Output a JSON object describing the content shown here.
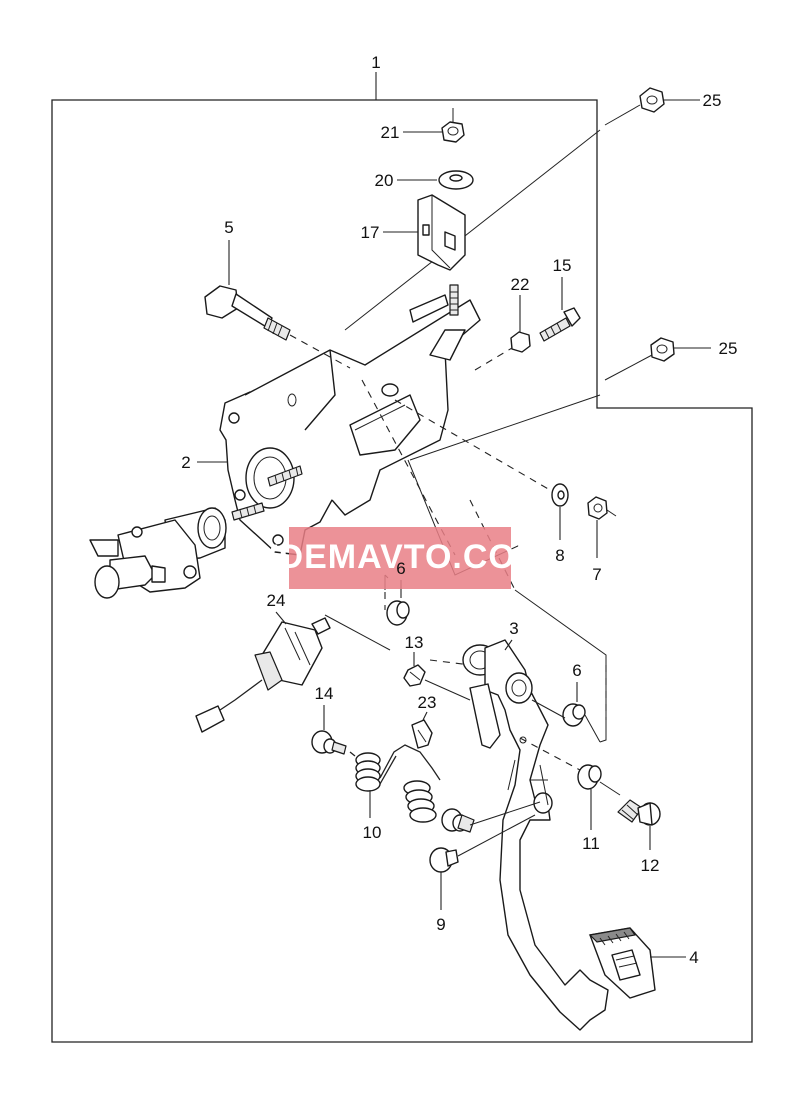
{
  "diagram": {
    "watermark": "VDEMAVTO.COM",
    "callouts": [
      {
        "id": "c1",
        "label": "1"
      },
      {
        "id": "c2",
        "label": "2"
      },
      {
        "id": "c3",
        "label": "3"
      },
      {
        "id": "c4",
        "label": "4"
      },
      {
        "id": "c5",
        "label": "5"
      },
      {
        "id": "c6a",
        "label": "6"
      },
      {
        "id": "c6b",
        "label": "6"
      },
      {
        "id": "c7",
        "label": "7"
      },
      {
        "id": "c8",
        "label": "8"
      },
      {
        "id": "c9",
        "label": "9"
      },
      {
        "id": "c10",
        "label": "10"
      },
      {
        "id": "c11",
        "label": "11"
      },
      {
        "id": "c12",
        "label": "12"
      },
      {
        "id": "c13",
        "label": "13"
      },
      {
        "id": "c14",
        "label": "14"
      },
      {
        "id": "c15",
        "label": "15"
      },
      {
        "id": "c17",
        "label": "17"
      },
      {
        "id": "c20",
        "label": "20"
      },
      {
        "id": "c21",
        "label": "21"
      },
      {
        "id": "c22",
        "label": "22"
      },
      {
        "id": "c23",
        "label": "23"
      },
      {
        "id": "c24",
        "label": "24"
      },
      {
        "id": "c25a",
        "label": "25"
      },
      {
        "id": "c25b",
        "label": "25"
      }
    ]
  }
}
